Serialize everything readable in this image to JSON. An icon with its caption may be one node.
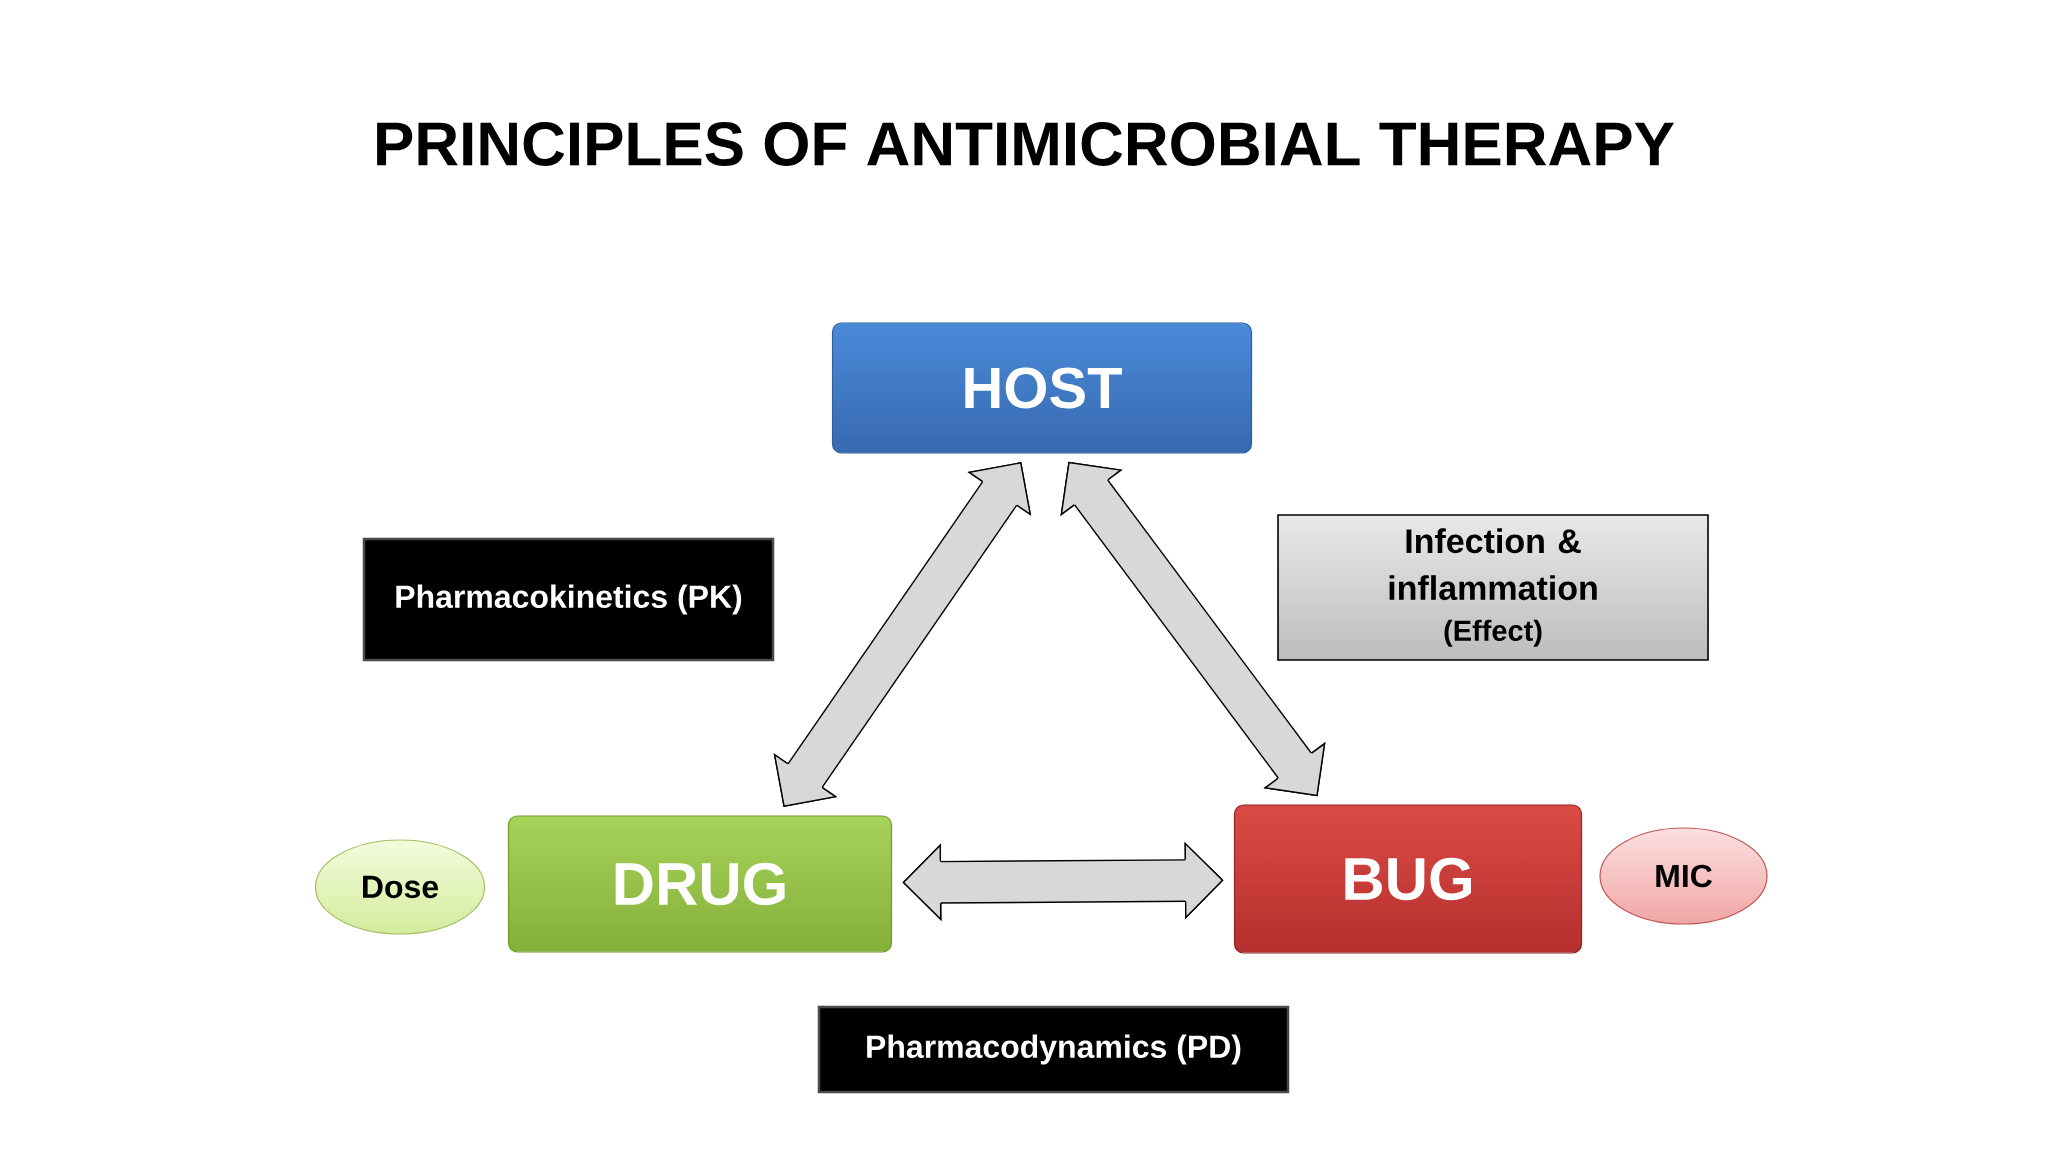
{
  "diagram": {
    "title": "PRINCIPLES OF ANTIMICROBIAL THERAPY",
    "nodes": [
      {
        "text": [
          "HOST"
        ]
      },
      {
        "text": [
          "Pharmacokinetics (PK)"
        ]
      },
      {
        "text": [
          "Infection & inflammation",
          "(Effect)"
        ]
      },
      {
        "text": [
          "Dose"
        ]
      },
      {
        "text": [
          "DRUG"
        ]
      },
      {
        "text": [
          "BUG"
        ]
      },
      {
        "text": [
          "MIC"
        ]
      },
      {
        "text": [
          "Pharmacodynamics (PD)"
        ]
      }
    ],
    "edges": [
      {
        "from": 0,
        "to": 4,
        "arrow": "both"
      },
      {
        "from": 0,
        "to": 5,
        "arrow": "both"
      },
      {
        "from": 4,
        "to": 5,
        "arrow": "both"
      }
    ]
  }
}
